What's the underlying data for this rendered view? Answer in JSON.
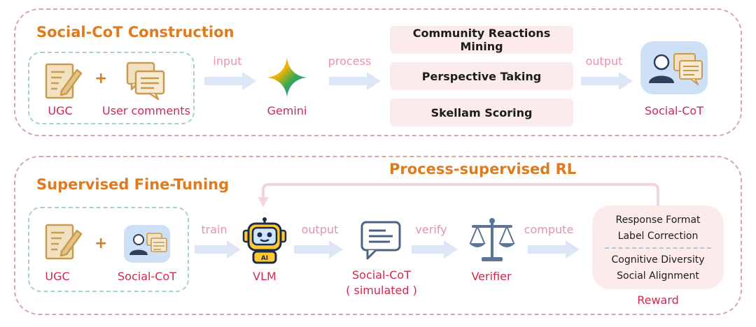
{
  "top": {
    "title": "Social-CoT Construction",
    "ugc_label": "UGC",
    "plus": "+",
    "comments_label": "User comments",
    "input_label": "input",
    "gemini_label": "Gemini",
    "process_label": "process",
    "steps": [
      "Community Reactions Mining",
      "Perspective Taking",
      "Skellam Scoring"
    ],
    "output_label": "output",
    "socialcot_label": "Social-CoT"
  },
  "bottom": {
    "title": "Supervised Fine-Tuning",
    "rl_title": "Process-supervised RL",
    "ugc_label": "UGC",
    "plus": "+",
    "socialcot_label": "Social-CoT",
    "train_label": "train",
    "vlm_label": "VLM",
    "output_label": "output",
    "simulated_label_1": "Social-CoT",
    "simulated_label_2": "( simulated )",
    "verify_label": "verify",
    "verifier_label": "Verifier",
    "compute_label": "compute",
    "reward_lines": [
      "Response Format",
      "Label Correction",
      "Cognitive Diversity",
      "Social Alignment"
    ],
    "reward_label": "Reward"
  },
  "colors": {
    "accent_orange": "#e07a1e",
    "label_red": "#d0274d",
    "label_pink": "#e892a8",
    "arrow": "#dce6f7",
    "panel_border": "#d9a7a2"
  }
}
